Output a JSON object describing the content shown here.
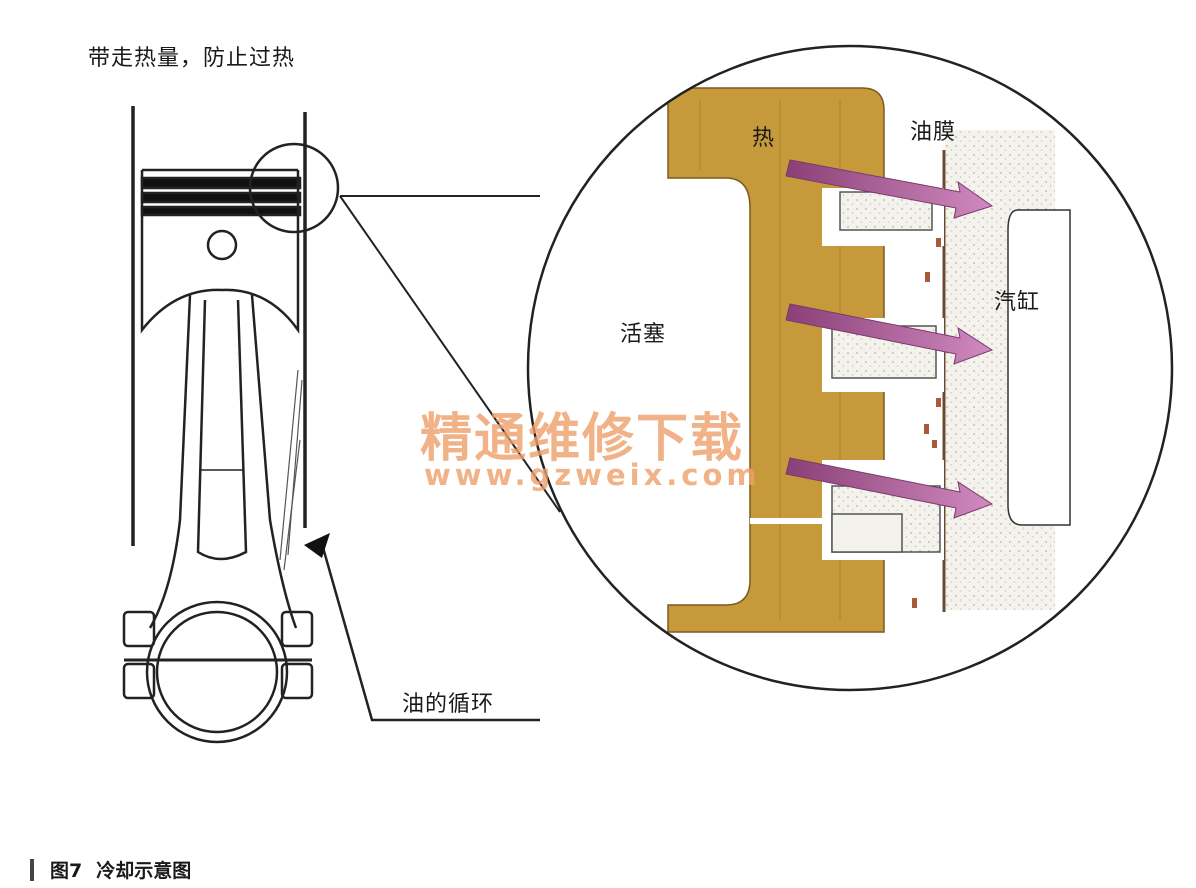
{
  "labels": {
    "top_note": "带走热量，防止过热",
    "heat": "热",
    "oil_film": "油膜",
    "cylinder": "汽缸",
    "piston": "活塞",
    "oil_circulation": "油的循环"
  },
  "caption": {
    "number": "图7",
    "title": "冷却示意图"
  },
  "watermark": {
    "line1": "精通维修下载",
    "line2": "www.gzweix.com"
  },
  "colors": {
    "piston_body": "#c69a3a",
    "ring": "#f3eedd",
    "heat_arrow": "#b6609e",
    "cylinder_wall": "#f1efe8",
    "watermark": "#f0a06a"
  }
}
